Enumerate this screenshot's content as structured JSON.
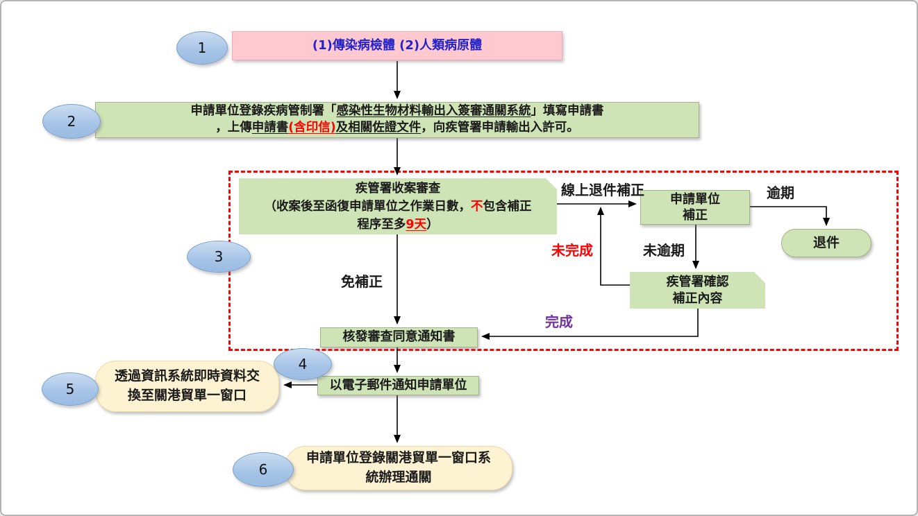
{
  "colors": {
    "box_green": "#cfe4b6",
    "box_pink": "#ffc9cf",
    "box_yellow": "#fdf3d2",
    "frame_red": "#ff0000",
    "text_blue": "#2222cc",
    "text_red": "#ff0000",
    "text_purple": "#7030a0",
    "ellipse_blue": "#a5c3e6"
  },
  "badges": {
    "b1": "1",
    "b2": "2",
    "b3": "3",
    "b4": "4",
    "b5": "5",
    "b6": "6"
  },
  "nodes": {
    "specimen": {
      "text": "(1)傳染病檢體 (2)人類病原體"
    },
    "apply": {
      "l1a": "申請單位登錄疾病管制署「",
      "l1b": "感染性生物材料輸出入簽審通關系統",
      "l1c": "」填寫申請書",
      "l2a": "，上傳",
      "l2b": "申請書",
      "l2c": "(含印信)",
      "l2d": "及相關佐證文件",
      "l2e": "，向疾管署申請輸出入許可。"
    },
    "review": {
      "l1": "疾管署收案審查",
      "l2a": "（收案後至函復申請單位之作業日數，",
      "l2b": "不",
      "l2c": "包含補正",
      "l3a": "程序至多",
      "l3b": "9天",
      "l3c": "）"
    },
    "supplement": {
      "l1": "申請單位",
      "l2": "補正"
    },
    "reject": {
      "text": "退件"
    },
    "confirm": {
      "l1": "疾管署確認",
      "l2": "補正內容"
    },
    "issue": {
      "text": "核發審查同意通知書"
    },
    "email": {
      "text": "以電子郵件通知申請單位"
    },
    "exchange": {
      "l1": "透過資訊系統即時資料交",
      "l2": "換至關港貿單一窗口"
    },
    "customs": {
      "l1": "申請單位登錄關港貿單一窗口系",
      "l2": "統辦理通關"
    }
  },
  "edge_labels": {
    "online_return": "線上退件補正",
    "overdue": "逾期",
    "not_complete": "未完成",
    "not_overdue": "未逾期",
    "no_supplement": "免補正",
    "complete": "完成"
  }
}
